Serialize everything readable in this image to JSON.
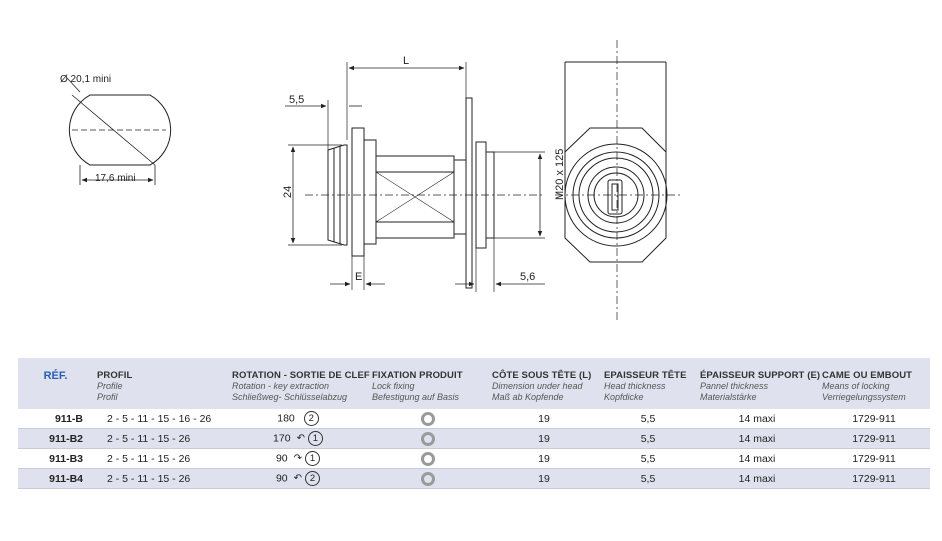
{
  "drawing": {
    "dims": {
      "diameter": "Ø 20,1 mini",
      "flat": "17,6 mini",
      "head": "5,5",
      "length": "L",
      "height": "24",
      "thread": "M20 x 125",
      "panel": "E",
      "nut": "5,6"
    }
  },
  "table": {
    "headers": [
      {
        "main": "RÉF.",
        "sub1": "",
        "sub2": ""
      },
      {
        "main": "PROFIL",
        "sub1": "Profile",
        "sub2": "Profil"
      },
      {
        "main": "ROTATION - SORTIE DE CLEF",
        "sub1": "Rotation - key extraction",
        "sub2": "Schließweg- Schlüsselabzug"
      },
      {
        "main": "FIXATION PRODUIT",
        "sub1": "Lock fixing",
        "sub2": "Befestigung auf Basis"
      },
      {
        "main": "CÔTE SOUS TÊTE (L)",
        "sub1": "Dimension under head",
        "sub2": "Maß ab Kopfende"
      },
      {
        "main": "EPAISSEUR TÊTE",
        "sub1": "Head thickness",
        "sub2": "Kopfdicke"
      },
      {
        "main": "ÉPAISSEUR SUPPORT (E)",
        "sub1": "Pannel thickness",
        "sub2": "Materialstärke"
      },
      {
        "main": "CAME OU EMBOUT",
        "sub1": "Means of locking",
        "sub2": "Verriegelungssystem"
      }
    ],
    "rows": [
      {
        "ref": "911-B",
        "profil": "2 - 5 - 11 - 15 - 16 - 26",
        "rotation": "180",
        "rotation_icon": "",
        "extraction": "2",
        "fixation_icon": "nut-icon",
        "cote": "19",
        "tete": "5,5",
        "support": "14 maxi",
        "came": "1729-911"
      },
      {
        "ref": "911-B2",
        "profil": "2 - 5 - 11 - 15 - 26",
        "rotation": "170",
        "rotation_icon": "↶",
        "extraction": "1",
        "fixation_icon": "nut-icon",
        "cote": "19",
        "tete": "5,5",
        "support": "14 maxi",
        "came": "1729-911"
      },
      {
        "ref": "911-B3",
        "profil": "2 - 5 - 11 - 15 - 26",
        "rotation": "90",
        "rotation_icon": "↷",
        "extraction": "1",
        "fixation_icon": "nut-icon",
        "cote": "19",
        "tete": "5,5",
        "support": "14 maxi",
        "came": "1729-911"
      },
      {
        "ref": "911-B4",
        "profil": "2 - 5 - 11 - 15 - 26",
        "rotation": "90",
        "rotation_icon": "↶",
        "extraction": "2",
        "fixation_icon": "nut-icon",
        "cote": "19",
        "tete": "5,5",
        "support": "14 maxi",
        "came": "1729-911"
      }
    ]
  }
}
